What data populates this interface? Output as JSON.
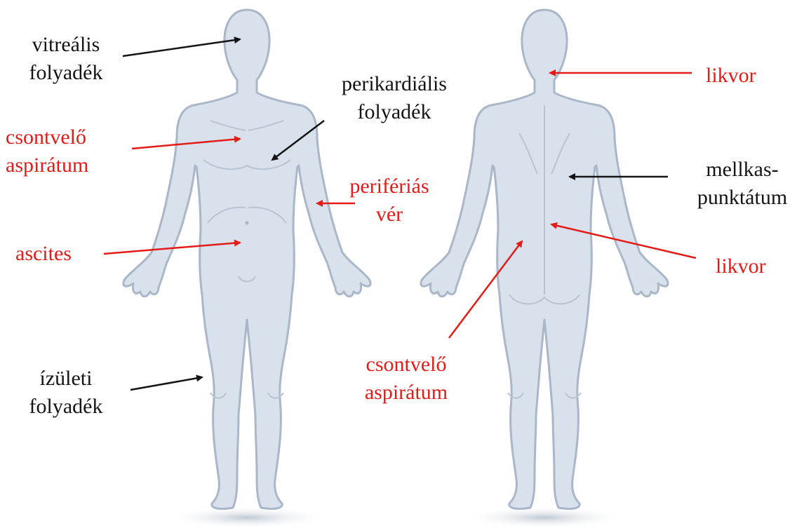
{
  "colors": {
    "body_fill": "#d8e1ec",
    "body_outline": "#a9b7c8",
    "shadow": "#c4ccd6",
    "label_black": "#141414",
    "label_red": "#e41b17"
  },
  "figures": {
    "front": "front-body-figure",
    "back": "back-body-figure"
  },
  "labels": {
    "vitrealis": [
      "vitreális",
      "folyadék"
    ],
    "perikardialis": [
      "perikardiális",
      "folyadék"
    ],
    "csontvelo_front": [
      "csontvelő",
      "aspirátum"
    ],
    "periferias": [
      "perifériás",
      "vér"
    ],
    "ascites": [
      "ascites"
    ],
    "izuleti": [
      "ízületi",
      "folyadék"
    ],
    "likvor_top": [
      "likvor"
    ],
    "mellkas": [
      "mellkas-",
      "punktátum"
    ],
    "likvor_bottom": [
      "likvor"
    ],
    "csontvelo_back": [
      "csontvelő",
      "aspirátum"
    ]
  }
}
